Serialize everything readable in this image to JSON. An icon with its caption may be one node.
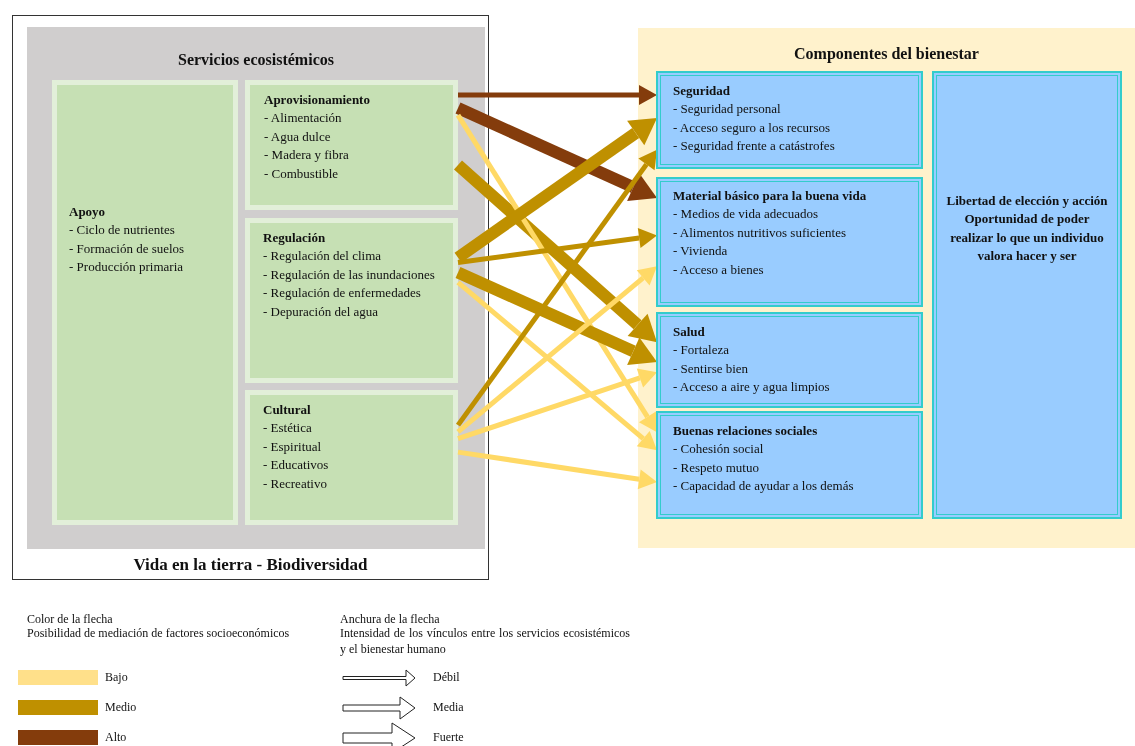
{
  "diagram": {
    "nodes": [
      {
        "text": [
          "Vida en la tierra - Biodiversidad"
        ]
      },
      {
        "text": [
          "Servicios ecosistémicos"
        ],
        "in": 0
      },
      {
        "text": [
          "Apoyo",
          "- Ciclo de nutrientes",
          "- Formación de suelos",
          "- Producción primaria"
        ],
        "in": 1
      },
      {
        "text": [
          "Aprovisionamiento",
          "- Alimentación",
          "- Agua dulce",
          "- Madera y fibra",
          "- Combustible"
        ],
        "in": 1
      },
      {
        "text": [
          "Regulación",
          "- Regulación del clima",
          "- Regulación de las inundaciones",
          "- Regulación de enfermedades",
          "- Depuración del agua"
        ],
        "in": 1
      },
      {
        "text": [
          "Cultural",
          "- Estética",
          "- Espiritual",
          "- Educativos",
          "- Recreativo"
        ],
        "in": 1
      },
      {
        "text": [
          "Componentes del bienestar"
        ]
      },
      {
        "text": [
          "Seguridad",
          "- Seguridad personal",
          "- Acceso seguro a los recursos",
          "- Seguridad frente a catástrofes"
        ],
        "in": 6
      },
      {
        "text": [
          "Material básico para la buena vida",
          "- Medios de vida adecuados",
          "- Alimentos nutritivos suficientes",
          "- Vivienda",
          "- Acceso a bienes"
        ],
        "in": 6
      },
      {
        "text": [
          "Salud",
          "- Fortaleza",
          "- Sentirse bien",
          "- Acceso a aire y agua limpios"
        ],
        "in": 6
      },
      {
        "text": [
          "Buenas relaciones sociales",
          "- Cohesión social",
          "- Respeto mutuo",
          "- Capacidad de ayudar a los demás"
        ],
        "in": 6
      },
      {
        "text": [
          "Libertad de elección y acción",
          "Oportunidad de poder realizar lo que un individuo valora hacer y ser"
        ],
        "in": 6
      }
    ],
    "edges": [
      {
        "from": 3,
        "to": 7,
        "arrow": "to",
        "color": "#843c0c"
      },
      {
        "from": 3,
        "to": 8,
        "arrow": "to",
        "style": "thick",
        "color": "#843c0c"
      },
      {
        "from": 3,
        "to": 9,
        "arrow": "to",
        "style": "thick",
        "color": "#bf9000"
      },
      {
        "from": 3,
        "to": 10,
        "arrow": "to",
        "color": "#ffd966"
      },
      {
        "from": 4,
        "to": 7,
        "arrow": "to",
        "style": "thick",
        "color": "#bf9000"
      },
      {
        "from": 4,
        "to": 8,
        "arrow": "to",
        "color": "#bf9000"
      },
      {
        "from": 4,
        "to": 9,
        "arrow": "to",
        "style": "thick",
        "color": "#bf9000"
      },
      {
        "from": 4,
        "to": 10,
        "arrow": "to",
        "color": "#ffd966"
      },
      {
        "from": 5,
        "to": 7,
        "arrow": "to",
        "color": "#bf9000"
      },
      {
        "from": 5,
        "to": 8,
        "arrow": "to",
        "color": "#ffd966"
      },
      {
        "from": 5,
        "to": 9,
        "arrow": "to",
        "color": "#ffd966"
      },
      {
        "from": 5,
        "to": 10,
        "arrow": "to",
        "color": "#ffd966"
      }
    ],
    "labels": [
      "Color de la flecha",
      "Posibilidad de mediación de factores socioeconómicos",
      "Anchura de la flecha",
      "Intensidad de los vínculos entre los servicios ecosistémicos y el bienestar humano"
    ],
    "legend": [
      {
        "text": "Bajo",
        "color": "#ffe08a"
      },
      {
        "text": "Medio",
        "color": "#bf9000"
      },
      {
        "text": "Alto",
        "color": "#843c0c"
      },
      {
        "text": "Débil"
      },
      {
        "text": "Media"
      },
      {
        "text": "Fuerte"
      }
    ]
  }
}
